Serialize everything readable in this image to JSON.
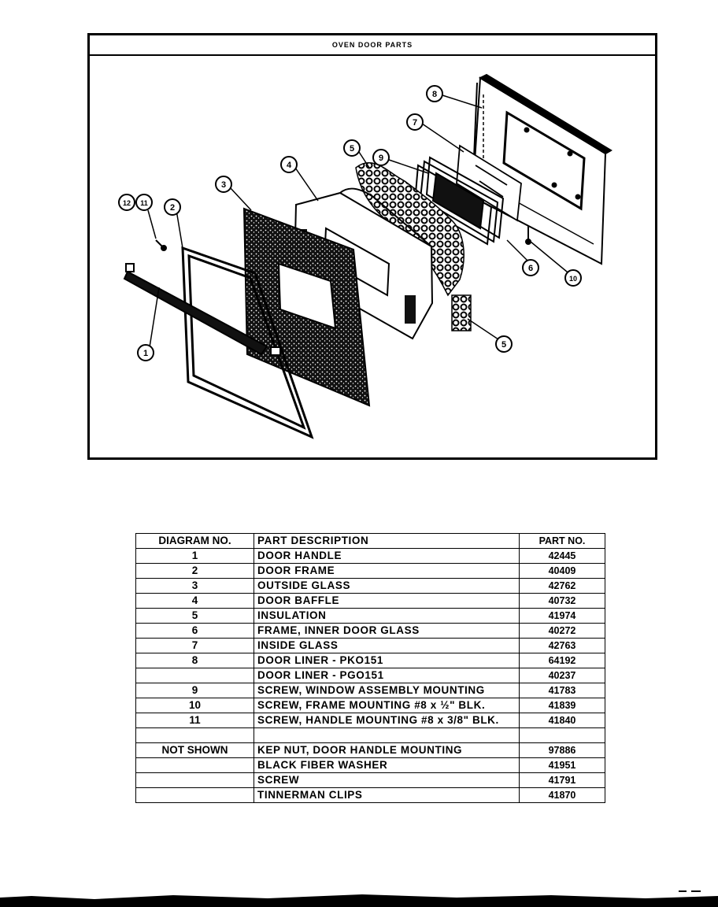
{
  "diagram": {
    "title": "OVEN DOOR PARTS",
    "callouts": [
      "1",
      "2",
      "3",
      "4",
      "5",
      "5",
      "6",
      "7",
      "8",
      "9",
      "10",
      "11",
      "12"
    ]
  },
  "table": {
    "headers": [
      "DIAGRAM NO.",
      "PART DESCRIPTION",
      "PART NO."
    ],
    "rows": [
      [
        "1",
        "DOOR HANDLE",
        "42445"
      ],
      [
        "2",
        "DOOR FRAME",
        "40409"
      ],
      [
        "3",
        "OUTSIDE GLASS",
        "42762"
      ],
      [
        "4",
        "DOOR BAFFLE",
        "40732"
      ],
      [
        "5",
        "INSULATION",
        "41974"
      ],
      [
        "6",
        "FRAME, INNER DOOR GLASS",
        "40272"
      ],
      [
        "7",
        "INSIDE GLASS",
        "42763"
      ],
      [
        "8",
        "DOOR LINER - PKO151",
        "64192"
      ],
      [
        "",
        "DOOR LINER - PGO151",
        "40237"
      ],
      [
        "9",
        "SCREW, WINDOW ASSEMBLY MOUNTING",
        "41783"
      ],
      [
        "10",
        "SCREW, FRAME MOUNTING #8 x ½\" BLK.",
        "41839"
      ],
      [
        "11",
        "SCREW, HANDLE MOUNTING #8 x 3/8\" BLK.",
        "41840"
      ],
      [
        "",
        "",
        ""
      ],
      [
        "NOT SHOWN",
        "KEP NUT, DOOR HANDLE MOUNTING",
        "97886"
      ],
      [
        "",
        "BLACK FIBER WASHER",
        "41951"
      ],
      [
        "",
        "SCREW",
        "41791"
      ],
      [
        "",
        "TINNERMAN CLIPS",
        "41870"
      ]
    ]
  }
}
